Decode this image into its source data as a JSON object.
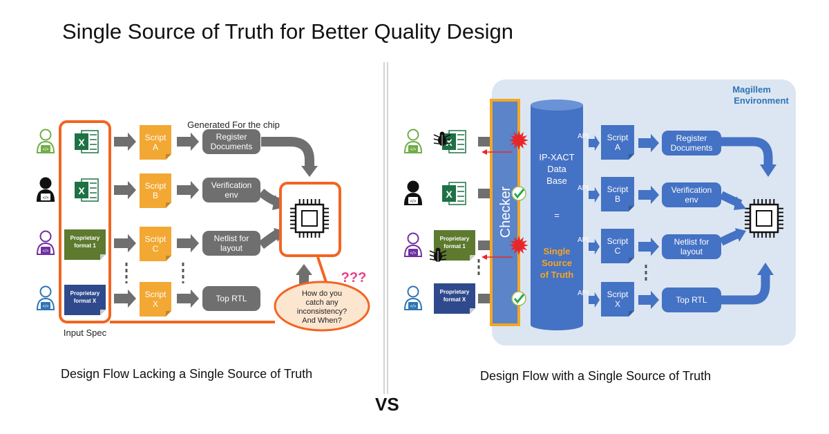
{
  "title": "Single Source of Truth for Better Quality Design",
  "vs_label": "VS",
  "left": {
    "caption": "Design Flow Lacking a Single Source of Truth",
    "generated_label": "Generated  For the chip",
    "input_spec_label": "Input Spec",
    "question_marks": "???",
    "callout": [
      "How do you",
      "catch any",
      "inconsistency?",
      "And When?"
    ],
    "inputs": [
      {
        "type": "excel",
        "label": "X"
      },
      {
        "type": "excel",
        "label": "X"
      },
      {
        "type": "doc",
        "lines": [
          "Proprietary",
          "format 1"
        ]
      },
      {
        "type": "doc",
        "lines": [
          "Proprietary",
          "format X"
        ]
      }
    ],
    "scripts": [
      [
        "Script",
        "A"
      ],
      [
        "Script",
        "B"
      ],
      [
        "Script",
        "C"
      ],
      [
        "Script",
        "X"
      ]
    ],
    "outputs": [
      [
        "Register",
        "Documents"
      ],
      [
        "Verification",
        "env"
      ],
      [
        "Netlist for",
        "layout"
      ],
      [
        "Top RTL"
      ]
    ]
  },
  "right": {
    "caption": "Design Flow with a Single Source of Truth",
    "environment_label": [
      "Magillem",
      "Environment"
    ],
    "checker_label": "Checker",
    "db_label": [
      "IP-XACT",
      "Data",
      "Base"
    ],
    "equals": "=",
    "ssot_label": [
      "Single",
      "Source",
      "of Truth"
    ],
    "api_label": "API",
    "inputs": [
      {
        "type": "excel",
        "label": "X",
        "bug": true
      },
      {
        "type": "excel",
        "label": "X",
        "bug": false
      },
      {
        "type": "doc",
        "lines": [
          "Proprietary",
          "format 1"
        ],
        "bug": true
      },
      {
        "type": "doc",
        "lines": [
          "Proprietary",
          "format X"
        ],
        "bug": false
      }
    ],
    "check_results": [
      "error",
      "ok",
      "error",
      "ok"
    ],
    "scripts": [
      [
        "Script",
        "A"
      ],
      [
        "Script",
        "B"
      ],
      [
        "Script",
        "C"
      ],
      [
        "Script",
        "X"
      ]
    ],
    "outputs": [
      [
        "Register",
        "Documents"
      ],
      [
        "Verification",
        "env"
      ],
      [
        "Netlist for",
        "layout"
      ],
      [
        "Top RTL"
      ]
    ]
  },
  "colors": {
    "orange": "#F26522",
    "script_yellow": "#F2A833",
    "grey_box": "#6F6F6F",
    "excel_green": "#1E7145",
    "doc_green": "#5D7A2E",
    "doc_blue": "#2F4A8C",
    "env_bg": "#DCE6F2",
    "db_blue": "#4472C4",
    "ssot_orange": "#F5A623",
    "api_blue": "#4472C4",
    "red_burst": "#E8262A",
    "check_green": "#2DA84A",
    "callout_fill": "#FCE6D0",
    "qmark_pink": "#E8408A",
    "env_label_blue": "#2E74B5"
  }
}
